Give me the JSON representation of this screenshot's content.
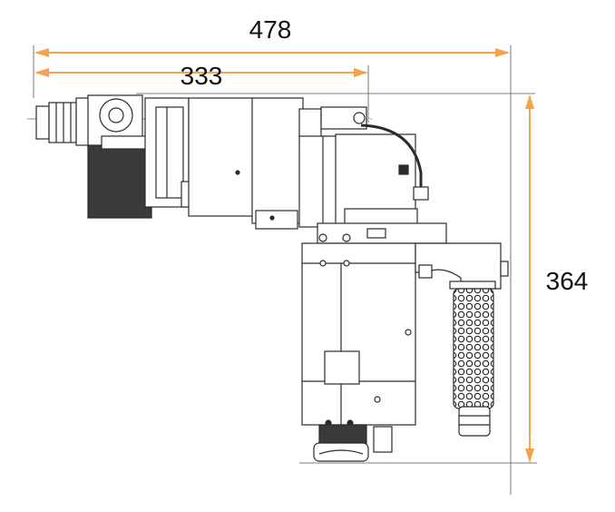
{
  "dimensions": {
    "overall_length": {
      "value": "478"
    },
    "partial_length": {
      "value": "333"
    },
    "height": {
      "value": "364"
    }
  },
  "colors": {
    "dimension_line": "#f5a34a",
    "outline": "#2b2b2b",
    "dark_fill": "#3a3a3a",
    "background": "#ffffff"
  }
}
